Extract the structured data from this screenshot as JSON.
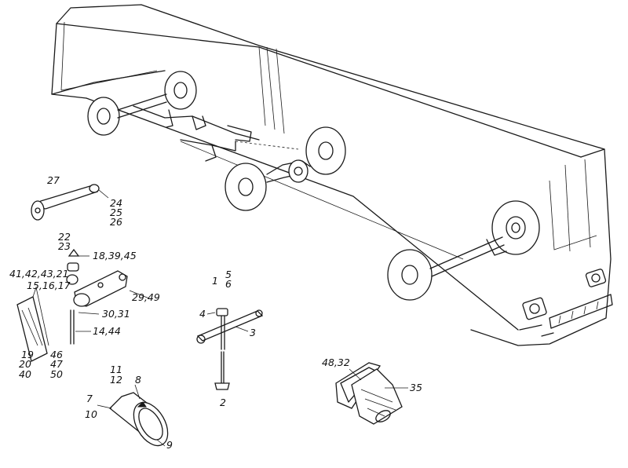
{
  "labels": {
    "l27": "27",
    "l24": "24",
    "l25": "25",
    "l26": "26",
    "l22": "22",
    "l23": "23",
    "l18_39_45": "18,39,45",
    "l41_42_43_21": "41,42,43,21",
    "l15_16_17": "15,16,17",
    "l29_49": "29,49",
    "l30_31": "30,31",
    "l14_44": "14,44",
    "l19": "19",
    "l20": "20",
    "l40": "40",
    "l46": "46",
    "l47": "47",
    "l50": "50",
    "l1": "1",
    "l5": "5",
    "l6": "6",
    "l4": "4",
    "l3": "3",
    "l2": "2",
    "l11": "11",
    "l12": "12",
    "l8": "8",
    "l7": "7",
    "l10": "10",
    "l9": "9",
    "l48_32": "48,32",
    "l35": "35"
  }
}
